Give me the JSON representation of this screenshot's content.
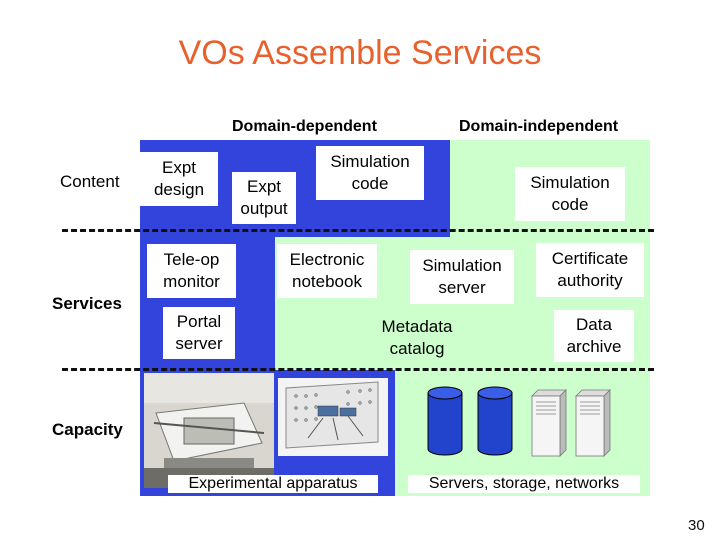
{
  "slide": {
    "title": "VOs Assemble Services",
    "page_number": "30"
  },
  "headers": {
    "domain_dependent": "Domain-dependent",
    "domain_independent": "Domain-independent"
  },
  "rows": {
    "content": "Content",
    "services": "Services",
    "capacity": "Capacity"
  },
  "boxes": {
    "expt_design": "Expt design",
    "expt_output": "Expt output",
    "simulation_code_dep": "Simulation code",
    "simulation_code_indep": "Simulation code",
    "teleop_monitor": "Tele-op monitor",
    "electronic_notebook": "Electronic notebook",
    "simulation_server": "Simulation server",
    "certificate_authority": "Certificate authority",
    "portal_server": "Portal server",
    "metadata_catalog": "Metadata catalog",
    "data_archive": "Data archive"
  },
  "captions": {
    "experimental_apparatus": "Experimental apparatus",
    "servers_storage_networks": "Servers, storage, networks"
  },
  "colors": {
    "title": "#e8602c",
    "blue_region": "#3344dd",
    "green_region": "#ccffcc",
    "database_cylinder": "#2244cc"
  }
}
